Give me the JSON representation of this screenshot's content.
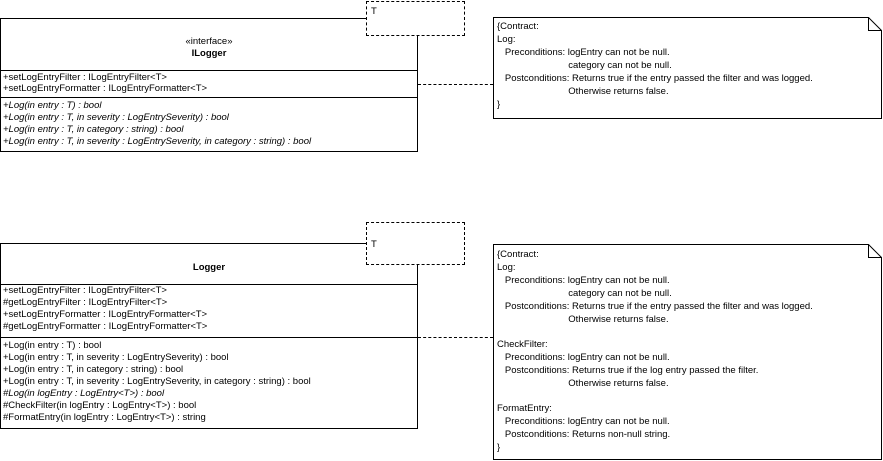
{
  "ilogger": {
    "stereotype": "«interface»",
    "name": "ILogger",
    "template_param": "T",
    "attributes": [
      "+setLogEntryFilter : ILogEntryFilter<T>",
      "+setLogEntryFormatter : ILogEntryFormatter<T>"
    ],
    "operations": [
      "+Log(in entry : T) : bool",
      "+Log(in entry : T, in severity : LogEntrySeverity) : bool",
      "+Log(in entry : T, in category : string) : bool",
      "+Log(in entry : T, in severity : LogEntrySeverity, in category : string) : bool"
    ],
    "note": [
      "{Contract:",
      "Log:",
      "   Preconditions: logEntry can not be null.",
      "                           category can not be null.",
      "   Postconditions: Returns true if the entry passed the filter and was logged.",
      "                           Otherwise returns false.",
      "}"
    ]
  },
  "logger": {
    "name": "Logger",
    "template_param": "T",
    "attributes": [
      "+setLogEntryFilter : ILogEntryFilter<T>",
      "#getLogEntryFilter : ILogEntryFilter<T>",
      "+setLogEntryFormatter : ILogEntryFormatter<T>",
      "#getLogEntryFormatter : ILogEntryFormatter<T>"
    ],
    "operations": [
      "+Log(in entry : T) : bool",
      "+Log(in entry : T, in severity : LogEntrySeverity) : bool",
      "+Log(in entry : T, in category : string) : bool",
      "+Log(in entry : T, in severity : LogEntrySeverity, in category : string) : bool",
      "#Log(in logEntry : LogEntry<T>) : bool",
      "#CheckFilter(in logEntry : LogEntry<T>) : bool",
      "#FormatEntry(in logEntry : LogEntry<T>) : string"
    ],
    "note": [
      "{Contract:",
      "Log:",
      "   Preconditions: logEntry can not be null.",
      "                           category can not be null.",
      "   Postconditions: Returns true if the entry passed the filter and was logged.",
      "                           Otherwise returns false.",
      "",
      "CheckFilter:",
      "   Preconditions: logEntry can not be null.",
      "   Postconditions: Returns true if the log entry passed the filter.",
      "                           Otherwise returns false.",
      "",
      "FormatEntry:",
      "   Preconditions: logEntry can not be null.",
      "   Postconditions: Returns non-null string.",
      "}"
    ]
  }
}
